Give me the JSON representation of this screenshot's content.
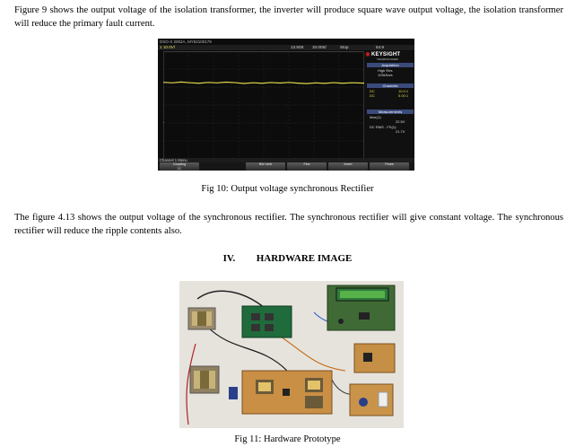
{
  "paragraph1": "Figure 9 shows the output voltage of the isolation transformer, the inverter will produce square wave output voltage, the isolation transformer will reduce the primary fault current.",
  "scope": {
    "model": "DSO-X 2002A, MY52100179",
    "channel": "1 10.0V/",
    "timebase": "13.50S",
    "delay": "10.00S/",
    "run_state": "Stop",
    "trigger_value": "54.9",
    "brand": "KEYSIGHT",
    "brand_sub": "TECHNOLOGIES",
    "acquisition": {
      "header": "Acquisition",
      "mode": "High Res",
      "rate": "125kSa/s"
    },
    "channels": {
      "header": "Channels",
      "rows": [
        {
          "label": "DC",
          "value": "10.0:1"
        },
        {
          "label": "DC",
          "value": "5.00:1"
        }
      ]
    },
    "measurements": {
      "header": "Measurements",
      "max": {
        "label": "Max(1):",
        "value": "22.5V"
      },
      "dcrms": {
        "label": "DC RMS - FS(1):",
        "value": "21.7V"
      }
    },
    "menu_title": "Channel 1 Menu",
    "softkeys": [
      {
        "label": "Coupling",
        "value": "DC"
      },
      {
        "label": "BW Limit",
        "value": ""
      },
      {
        "label": "Fine",
        "value": ""
      },
      {
        "label": "Invert",
        "value": ""
      },
      {
        "label": "Probe",
        "value": ""
      }
    ],
    "trace_color": "#e0d64a"
  },
  "caption1": "Fig 10: Output voltage synchronous Rectifier",
  "paragraph2": "The figure 4.13 shows the output voltage of the synchronous rectifier. The synchronous rectifier will give constant voltage. The synchronous rectifier will reduce the ripple contents also.",
  "heading": {
    "number": "IV.",
    "title": "HARDWARE IMAGE"
  },
  "caption2": "Fig 11: Hardware Prototype"
}
